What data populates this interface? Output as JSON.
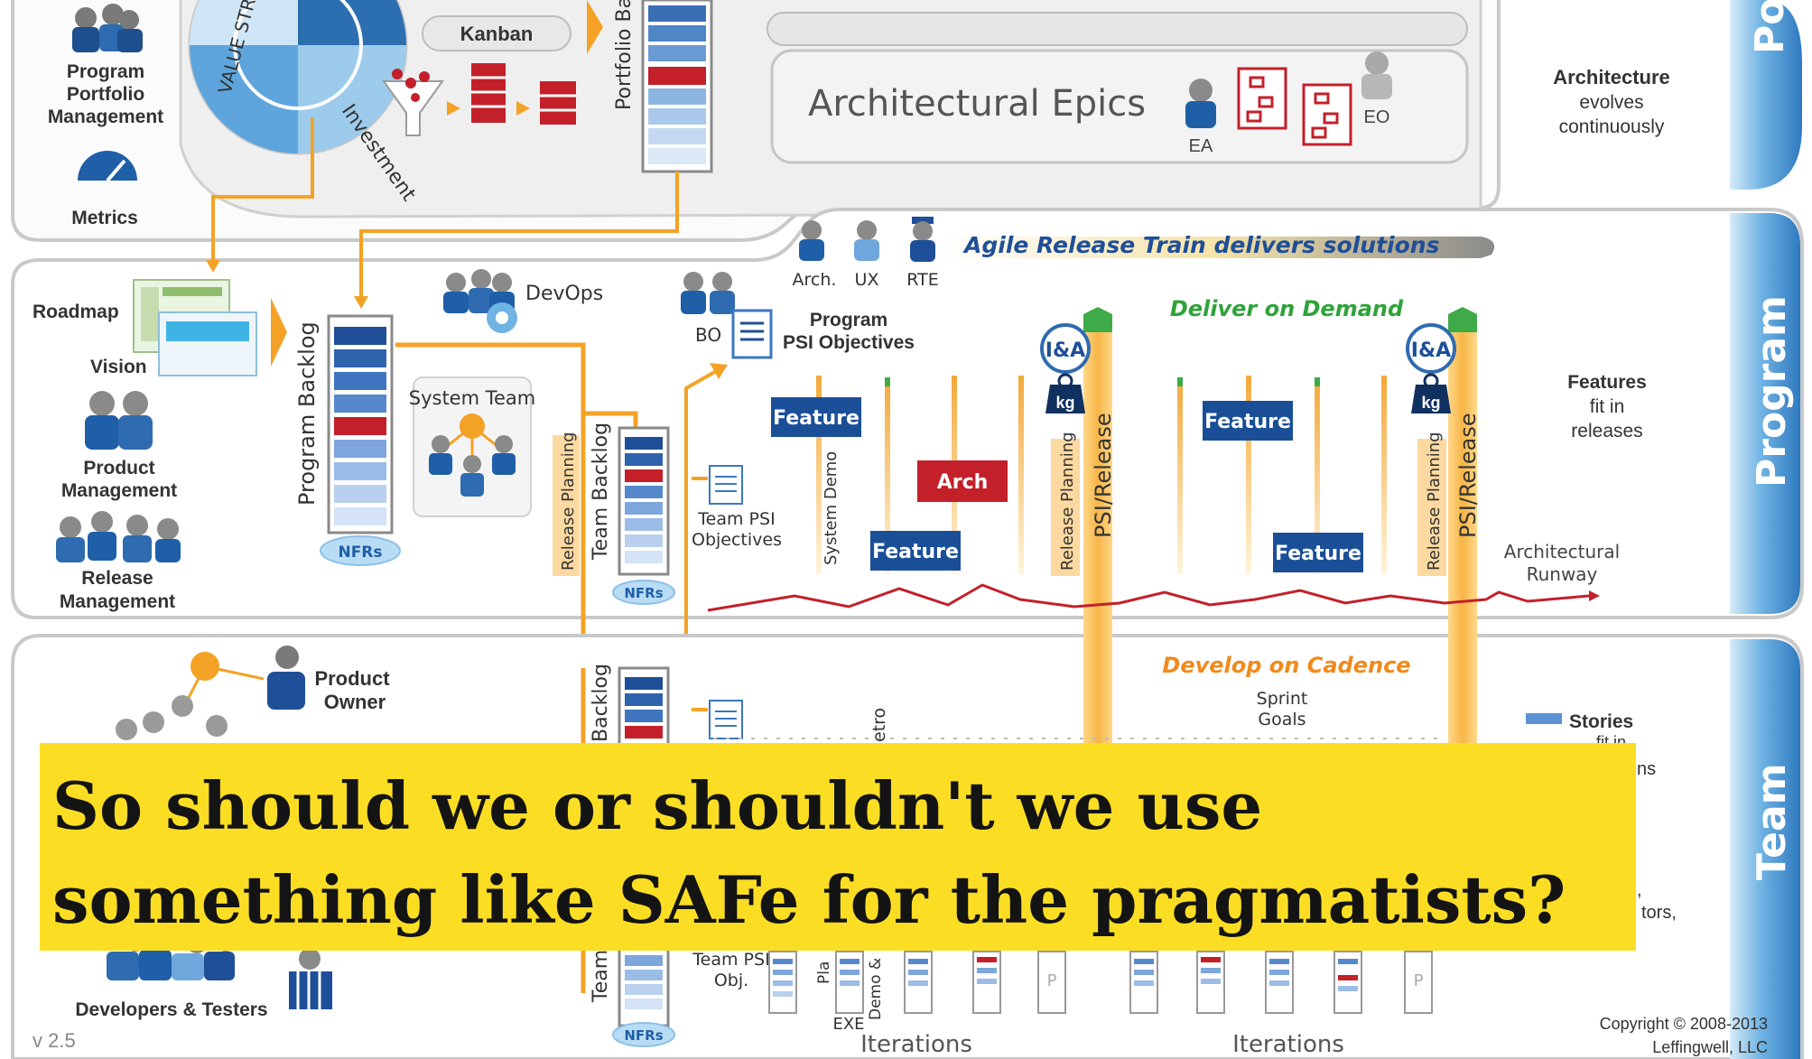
{
  "portfolio": {
    "section_label": "Portfo",
    "program_portfolio_management": [
      "Program",
      "Portfolio",
      "Management"
    ],
    "metrics": "Metrics",
    "value_streams": "VALUE STR",
    "investment": "Investment",
    "kanban": "Kanban",
    "portfolio_backlog": "Portfolio Ba",
    "architectural_epics": "Architectural Epics",
    "ea": "EA",
    "eo": "EO",
    "architecture_note": [
      "Architecture",
      "evolves",
      "continuously"
    ]
  },
  "program": {
    "section_label": "Program",
    "roadmap": "Roadmap",
    "vision": "Vision",
    "product_management": [
      "Product",
      "Management"
    ],
    "release_management": [
      "Release",
      "Management"
    ],
    "program_backlog": "Program Backlog",
    "nfrs": "NFRs",
    "devops": "DevOps",
    "system_team": "System Team",
    "art_roles": [
      "Arch.",
      "UX",
      "RTE"
    ],
    "art_banner": "Agile Release Train delivers solutions",
    "bo": "BO",
    "program_psi_objectives": [
      "Program",
      "PSI Objectives"
    ],
    "release_planning": "Release Planning",
    "team_backlog": "Team Backlog",
    "team_psi_objectives": [
      "Team PSI",
      "Objectives"
    ],
    "deliver_on_demand": "Deliver on Demand",
    "ia_label": "I&A",
    "kg_label": "kg",
    "psi_release": "PSI/Release",
    "system_demo": "System Demo",
    "feature": "Feature",
    "arch": "Arch",
    "architectural_runway": [
      "Architectural",
      "Runway"
    ],
    "features_note": [
      "Features",
      "fit in",
      "releases"
    ]
  },
  "team": {
    "section_label": "Team",
    "product_owner": [
      "Product",
      "Owner"
    ],
    "developers_testers": "Developers & Testers",
    "backlog": "Backlog",
    "team": "Team",
    "team_psi_obj": [
      "Team PSI",
      "Obj."
    ],
    "develop_on_cadence": "Develop on Cadence",
    "sprint_goals": [
      "Sprint",
      "Goals"
    ],
    "stories": "Stories",
    "stories_partial": [
      "fit in",
      "ns"
    ],
    "partial_lines": [
      ",",
      "tors,"
    ],
    "plan": "Pla",
    "demo": "Demo &",
    "retro": "etro",
    "exe": "EXE",
    "p": "P",
    "iterations": "Iterations"
  },
  "footer": {
    "version": "v 2.5",
    "copyright": [
      "Copyright © 2008-2013",
      "Leffingwell, LLC"
    ]
  },
  "caption": {
    "text": "So should we or shouldn't we use something like SAFe for the pragmatists?"
  },
  "colors": {
    "accent_yellow": "#fbde24",
    "band_blue": "#3a8fd1",
    "feature_blue": "#1a4f98",
    "arch_red": "#c3202a",
    "orange": "#f4a226",
    "green": "#2fa33a",
    "panel_border": "#cfcfcf"
  }
}
